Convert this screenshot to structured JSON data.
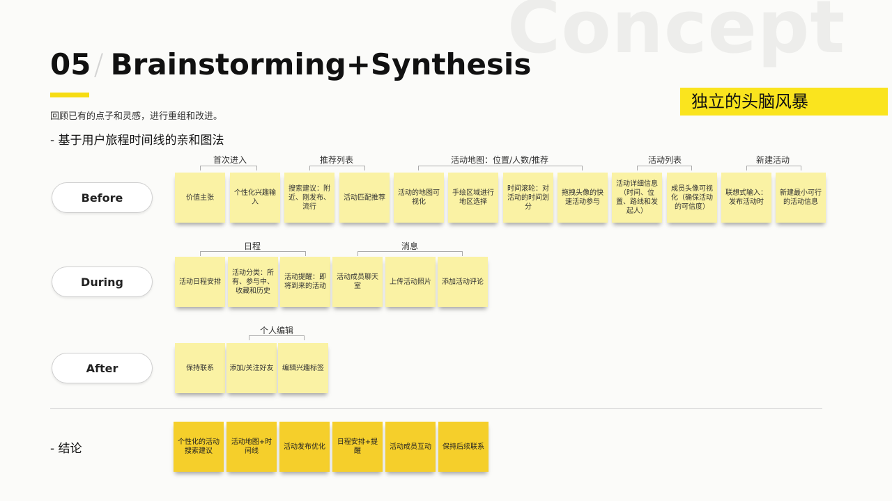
{
  "watermark": "Concept",
  "title": {
    "number": "05",
    "slash": "/",
    "text": "Brainstorming+Synthesis"
  },
  "tag": "独立的头脑风暴",
  "subtitle": "回顾已有的点子和灵感，进行重组和改进。",
  "method": "- 基于用户旅程时间线的亲和图法",
  "phases": {
    "before": "Before",
    "during": "During",
    "after": "After"
  },
  "groups": {
    "first_entry": "首次进入",
    "recommend_list": "推荐列表",
    "activity_map": "活动地图：位置/人数/推荐",
    "activity_list": "活动列表",
    "new_activity": "新建活动",
    "schedule": "日程",
    "messages": "消息",
    "personal_edit": "个人编辑"
  },
  "before_notes": [
    "价值主张",
    "个性化兴趣输入",
    "搜索建议：附近、刚发布、流行",
    "活动匹配推荐",
    "活动的地图可视化",
    "手绘区域进行地区选择",
    "时间滚轮：对活动的时间划分",
    "拖拽头像的快速活动参与",
    "活动详细信息（时间、位置、路线和发起人）",
    "成员头像可视化（确保活动的可信度）",
    "联想式输入：发布活动时",
    "新建最小可行的活动信息"
  ],
  "during_notes": [
    "活动日程安排",
    "活动分类：所有、参与中、收藏和历史",
    "活动提醒：即将到来的活动",
    "活动成员聊天室",
    "上传活动照片",
    "添加活动评论"
  ],
  "after_notes": [
    "保持联系",
    "添加/关注好友",
    "编辑兴趣标签"
  ],
  "conclusion_label": "- 结论",
  "conclusion_notes": [
    "个性化的活动搜索建议",
    "活动地图+时间线",
    "活动发布优化",
    "日程安排+提醒",
    "活动成员互动",
    "保持后续联系"
  ]
}
